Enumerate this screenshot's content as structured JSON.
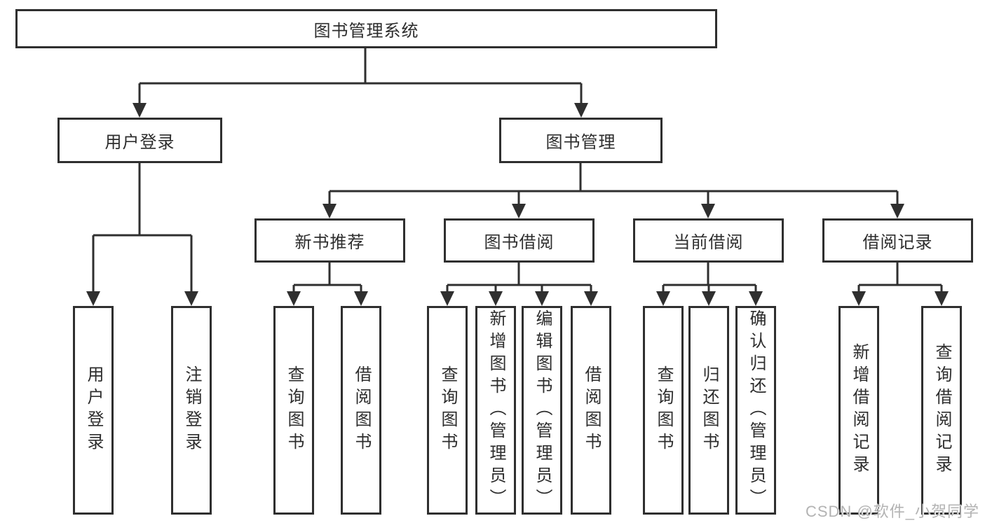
{
  "diagram": {
    "root": "图书管理系统",
    "children": [
      {
        "label": "用户登录",
        "children": [
          {
            "label": "用户登录"
          },
          {
            "label": "注销登录"
          }
        ]
      },
      {
        "label": "图书管理",
        "children": [
          {
            "label": "新书推荐",
            "children": [
              {
                "label": "查询图书"
              },
              {
                "label": "借阅图书"
              }
            ]
          },
          {
            "label": "图书借阅",
            "children": [
              {
                "label": "查询图书"
              },
              {
                "label": "新增图书（管理员）"
              },
              {
                "label": "编辑图书（管理员）"
              },
              {
                "label": "借阅图书"
              }
            ]
          },
          {
            "label": "当前借阅",
            "children": [
              {
                "label": "查询图书"
              },
              {
                "label": "归还图书"
              },
              {
                "label": "确认归还（管理员）"
              }
            ]
          },
          {
            "label": "借阅记录",
            "children": [
              {
                "label": "新增借阅记录"
              },
              {
                "label": "查询借阅记录"
              }
            ]
          }
        ]
      }
    ]
  },
  "watermark": "CSDN @软件_小贺同学",
  "colors": {
    "line": "#2f2f2f",
    "text": "#2d2d2d",
    "watermark": "#b3b3b3"
  }
}
